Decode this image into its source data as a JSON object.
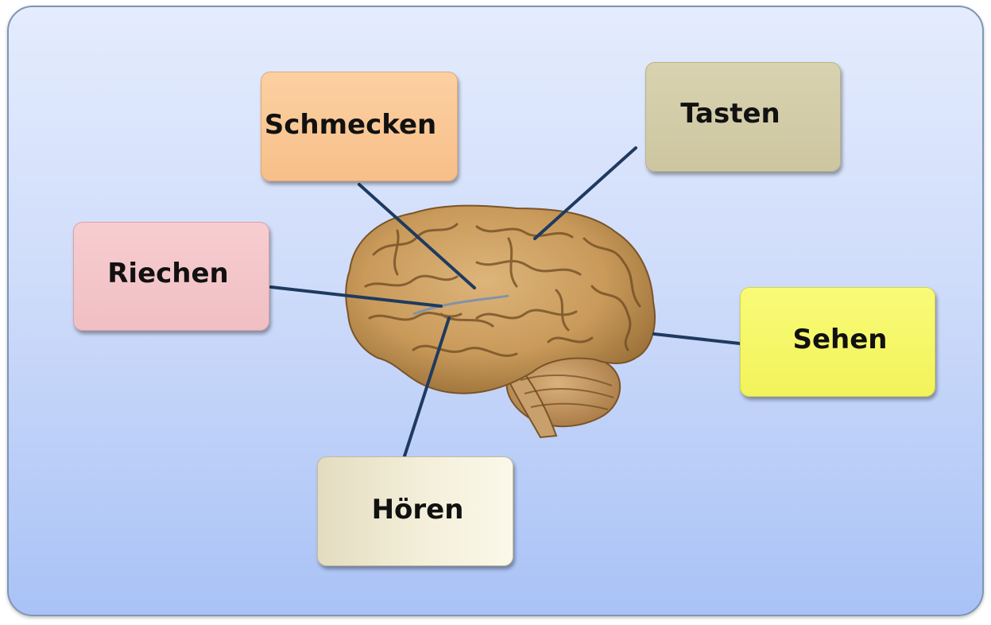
{
  "labels": {
    "schmecken": "Schmecken",
    "tasten": "Tasten",
    "riechen": "Riechen",
    "sehen": "Sehen",
    "hoeren": "Hören"
  },
  "colors": {
    "schmecken": "#f9c796",
    "tasten": "#d3cca8",
    "riechen": "#f4c6ca",
    "sehen": "#f5f767",
    "hoeren": "#efe9d0",
    "connector": "#1f3a5f",
    "brain": "#c99a5a"
  }
}
